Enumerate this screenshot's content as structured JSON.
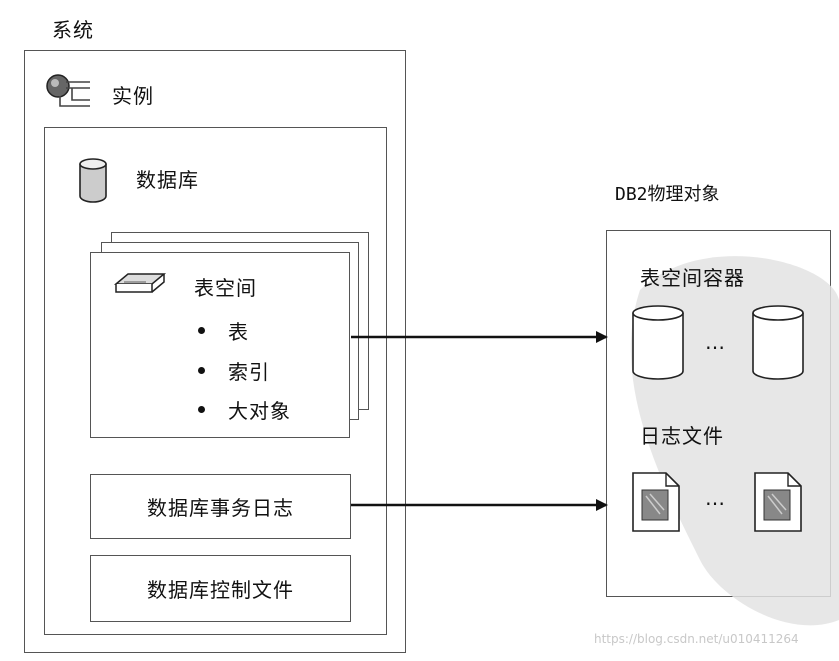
{
  "system": {
    "title": "系统"
  },
  "instance": {
    "label": "实例"
  },
  "database": {
    "label": "数据库"
  },
  "tablespace": {
    "label": "表空间",
    "items": [
      "表",
      "索引",
      "大对象"
    ]
  },
  "db_txn_log": {
    "label": "数据库事务日志"
  },
  "db_ctrl_file": {
    "label": "数据库控制文件"
  },
  "physical": {
    "title": "DB2物理对象",
    "containers_label": "表空间容器",
    "logs_label": "日志文件",
    "ellipsis": "…"
  },
  "watermark": {
    "url": "https://blog.csdn.net/u010411264"
  }
}
